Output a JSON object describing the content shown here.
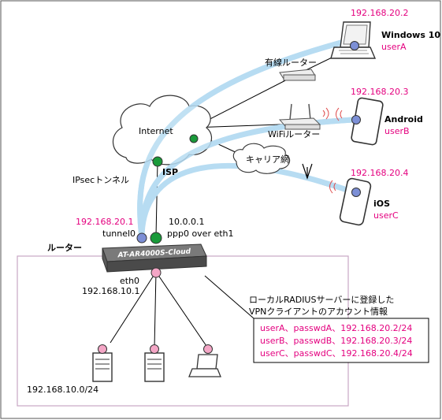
{
  "labels": {
    "ip_userA": "192.168.20.2",
    "windows": "Windows 10",
    "userA": "userA",
    "wired_router": "有線ルーター",
    "ip_userB": "192.168.20.3",
    "android": "Android",
    "userB": "userB",
    "internet": "Internet",
    "wifi_router": "WiFiルーター",
    "carrier": "キャリア網",
    "ip_userC": "192.168.20.4",
    "ios": "iOS",
    "userC": "userC",
    "ipsec_tunnel": "IPsecトンネル",
    "isp": "ISP",
    "ip_tunnel": "192.168.20.1",
    "tunnel0": "tunnel0",
    "ip_ppp": "10.0.0.1",
    "ppp0": "ppp0 over eth1",
    "router": "ルーター",
    "router_model": "AT-AR4000S-Cloud",
    "eth0": "eth0",
    "ip_eth0": "192.168.10.1",
    "lan_subnet": "192.168.10.0/24",
    "note_line1": "ローカルRADIUSサーバーに登録した",
    "note_line2": "VPNクライアントのアカウント情報"
  },
  "accounts": [
    "userA、passwdA、192.168.20.2/24",
    "userB、passwdB、192.168.20.3/24",
    "userC、passwdC、192.168.20.4/24"
  ],
  "colors": {
    "tunnel": "#b7dcf2",
    "node_blue": "#7c8fd6",
    "node_green": "#1a9a3a",
    "node_pink": "#f4a6c6",
    "accent": "#e4007f",
    "lan_border": "#c9a6c4"
  }
}
